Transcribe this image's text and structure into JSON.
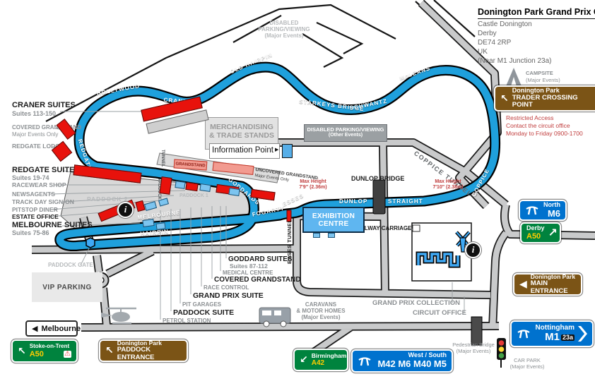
{
  "colors": {
    "track": "#1FA0DC",
    "road": "#C9CACB",
    "sign_green": "#00833E",
    "sign_blue": "#0072CE",
    "sign_brown": "#7B5416",
    "route_yellow": "#FFCC00",
    "building_red": "#E8120C",
    "building_blue": "#7CC4EF",
    "warning_red": "#C03D3D"
  },
  "icons": {
    "arrow_up_left": "↖",
    "arrow_up_right": "↗",
    "arrow_down_left": "↙",
    "arrow_left": "◀",
    "warning": "⚠",
    "info": "i",
    "pointer": "▶"
  },
  "header": {
    "title": "Donington Park Grand Prix Circuit",
    "address": [
      "Castle Donington",
      "Derby",
      "DE74 2RP",
      "UK",
      "(Near M1 Junction 23a)"
    ]
  },
  "campsite": {
    "line1": "CAMPSITE",
    "line2": "(Major Events)"
  },
  "notes": {
    "restricted": [
      "Restricted Access",
      "Contact the circuit office",
      "Monday to Friday 0900-1700"
    ],
    "disabled_major": [
      "DISABLED",
      "PARKING/VIEWING",
      "(Major Events)"
    ],
    "disabled_other": {
      "line1": "DISABLED PARKING/VIEWING",
      "line2": "(Other Events)"
    },
    "max_height_left": {
      "line1": "Max Height",
      "line2": "7'9\" (2.36m)"
    },
    "max_height_right": {
      "line1": "Max Height",
      "line2": "7'10\" (2.38m)"
    },
    "caravans": [
      "CARAVANS",
      "& MOTOR HOMES",
      "(Major Events)"
    ],
    "pedestrian_bridge": [
      "Pedestrian Bridge",
      "(Major Events)"
    ],
    "car_park": [
      "CAR PARK",
      "(Major Events)"
    ]
  },
  "track_labels": {
    "redgate": "REDGATE",
    "hollywood": "HOLLYWOOD",
    "craner": "CRANER",
    "old_hairpin": "OLD HAIRPIN",
    "starkeys": "STARKEYS BRIDGE",
    "schwantz": "SCHWANTZ",
    "mcleans": "McLEANS",
    "coppice": "COPPICE",
    "dunlop": "DUNLOP",
    "straight": "STRAIGHT",
    "esses": "ESSES",
    "fogarty": "FOGARTY",
    "melbourne": "MELBOURNE",
    "hairpin": "HAIRPIN",
    "goddards": "GODDARDS"
  },
  "road_labels": {
    "coppice_tunnel": "COPPICE TUNNEL",
    "esses_tunnel": "ESSES TUNNEL",
    "dunlop_bridge": "DUNLOP BRIDGE",
    "railway_carriage": "RAILWAY CARRIAGE",
    "paddock_gate": "PADDOCK GATE",
    "paddock1": "PADDOCK 1",
    "paddock2": "PADDOCK 2",
    "paddock_v": "PADDOCK",
    "tunnel_v": "TUNNEL",
    "grand_prix_collection": "GRAND PRIX COLLECTION",
    "circuit_office": "CIRCUIT OFFICE"
  },
  "left_labels": [
    {
      "title": "CRANER SUITES",
      "sub": "Suites 113-150"
    },
    {
      "title": "COVERED GRANDSTAND",
      "sub": "Major Events Only"
    },
    {
      "title": "REDGATE LODGE",
      "sub": ""
    },
    {
      "title": "REDGATE SUITES",
      "sub": "Suites 19-74"
    },
    {
      "title": "RACEWEAR SHOP",
      "sub": ""
    },
    {
      "title": "NEWSAGENTS",
      "sub": ""
    },
    {
      "title": "TRACK DAY SIGN-ON",
      "sub": ""
    },
    {
      "title": "PITSTOP DINER",
      "sub": ""
    },
    {
      "title": "ESTATE OFFICE",
      "sub": ""
    },
    {
      "title": "MELBOURNE SUITES",
      "sub": "Suites 75-86"
    }
  ],
  "bottom_labels": [
    {
      "title": "GODDARD SUITES",
      "sub": "Suites 87-112"
    },
    {
      "title": "MEDICAL CENTRE",
      "sub": ""
    },
    {
      "title": "COVERED GRANDSTAND",
      "sub": ""
    },
    {
      "title": "RACE CONTROL",
      "sub": ""
    },
    {
      "title": "GRAND PRIX SUITE",
      "sub": ""
    },
    {
      "title": "PIT GARAGES",
      "sub": ""
    },
    {
      "title": "PADDOCK SUITE",
      "sub": ""
    },
    {
      "title": "PETROL STATION",
      "sub": ""
    }
  ],
  "areas": {
    "merchandising": {
      "line1": "MERCHANDISING",
      "line2": "& TRADE STANDS"
    },
    "information_point": "Information Point",
    "grandstand": "GRANDSTAND",
    "uncovered": {
      "line1": "UNCOVERED GRANDSTAND",
      "line2": "Major Events Only"
    },
    "exhibition": {
      "line1": "EXHIBITION",
      "line2": "CENTRE"
    },
    "vip": "VIP PARKING"
  },
  "signs": {
    "trader": {
      "line1": "Donington Park",
      "line2": "TRADER CROSSING POINT"
    },
    "north_m6": {
      "dest": "North",
      "route": "M6"
    },
    "derby": {
      "dest": "Derby",
      "route": "A50"
    },
    "main_entrance": {
      "line1": "Donington Park",
      "line2": "MAIN ENTRANCE"
    },
    "nottingham": {
      "dest": "Nottingham",
      "route": "M1",
      "junction": "23a"
    },
    "west_south": {
      "dest": "West / South",
      "routes": "M42 M6 M40 M5"
    },
    "birmingham": {
      "dest": "Birmingham",
      "route": "A42"
    },
    "stoke": {
      "dest": "Stoke-on-Trent",
      "route": "A50"
    },
    "paddock_entrance": {
      "line1": "Donington Park",
      "line2": "PADDOCK ENTRANCE"
    },
    "melbourne": {
      "dest": "Melbourne"
    }
  }
}
